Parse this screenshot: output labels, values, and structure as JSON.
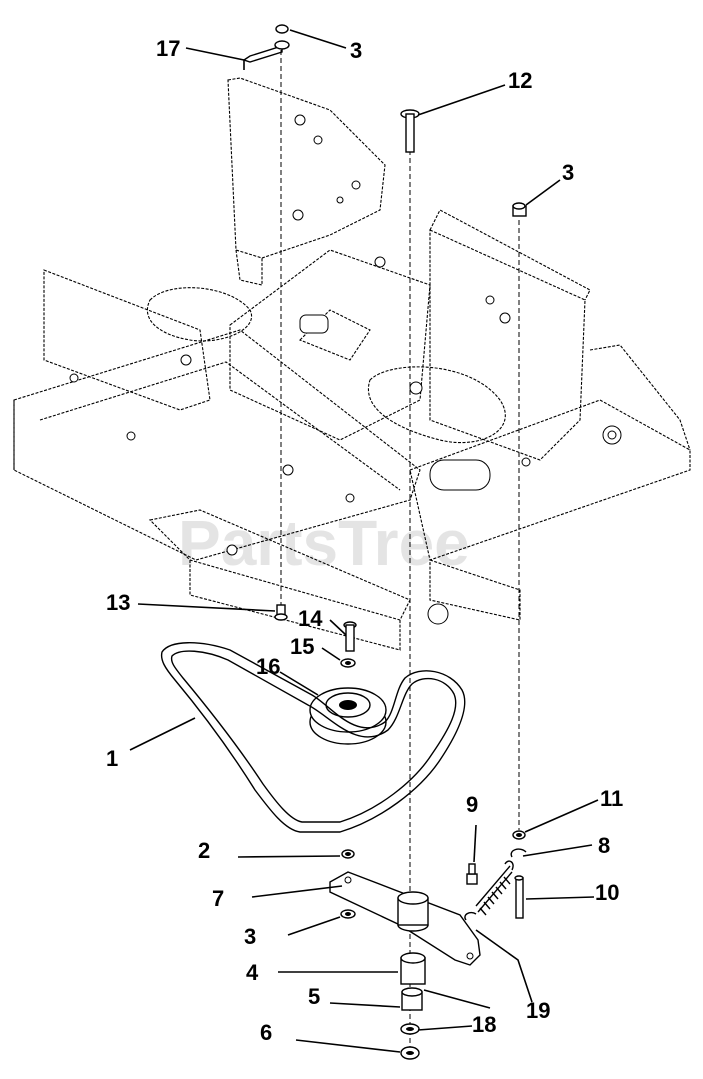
{
  "watermark": "PartsTree",
  "callouts": [
    {
      "id": "17",
      "text": "17"
    },
    {
      "id": "3a",
      "text": "3"
    },
    {
      "id": "12",
      "text": "12"
    },
    {
      "id": "3b",
      "text": "3"
    },
    {
      "id": "13",
      "text": "13"
    },
    {
      "id": "14",
      "text": "14"
    },
    {
      "id": "15",
      "text": "15"
    },
    {
      "id": "16",
      "text": "16"
    },
    {
      "id": "1",
      "text": "1"
    },
    {
      "id": "9",
      "text": "9"
    },
    {
      "id": "11",
      "text": "11"
    },
    {
      "id": "8",
      "text": "8"
    },
    {
      "id": "2",
      "text": "2"
    },
    {
      "id": "7",
      "text": "7"
    },
    {
      "id": "10",
      "text": "10"
    },
    {
      "id": "3c",
      "text": "3"
    },
    {
      "id": "19",
      "text": "19"
    },
    {
      "id": "4",
      "text": "4"
    },
    {
      "id": "5",
      "text": "5"
    },
    {
      "id": "18",
      "text": "18"
    },
    {
      "id": "6",
      "text": "6"
    }
  ]
}
